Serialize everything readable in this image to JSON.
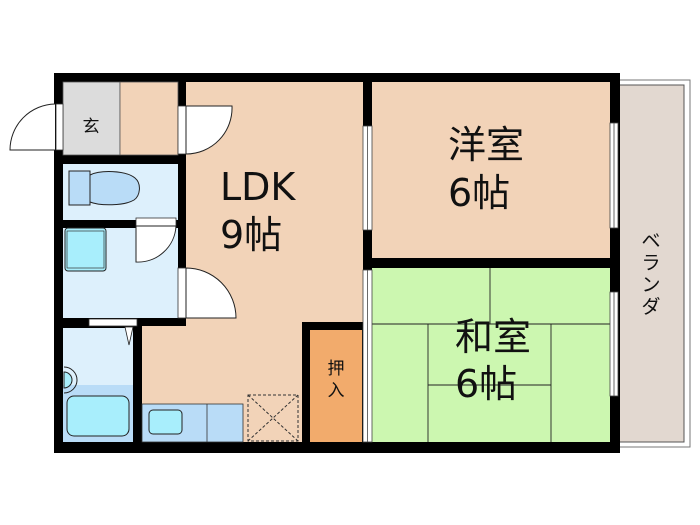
{
  "floor_plan": {
    "layout_type": "2LDK",
    "rooms": {
      "entrance": {
        "label": "玄"
      },
      "ldk": {
        "name": "LDK",
        "size": "9帖"
      },
      "western_room": {
        "name": "洋室",
        "size": "6帖"
      },
      "japanese_room": {
        "name": "和室",
        "size": "6帖"
      },
      "closet": {
        "label_line1": "押",
        "label_line2": "入"
      },
      "veranda": {
        "label_chars": [
          "ベ",
          "ラ",
          "ン",
          "ダ"
        ]
      }
    },
    "fixtures": [
      "toilet",
      "washbasin",
      "bathtub",
      "kitchen-sink",
      "kitchen-counter",
      "refrigerator-space"
    ],
    "colors": {
      "wall": "#000000",
      "ldk_floor": "#f2d3b8",
      "western_floor": "#f2d3b8",
      "tatami": "#ccf7b0",
      "entrance": "#dcdcdc",
      "wet_area": "#ddf0fc",
      "fixture_light": "#b9dcf7",
      "fixture_cyan": "#a8eefc",
      "closet": "#f2ab6c",
      "veranda": "#e2d8d0"
    }
  }
}
